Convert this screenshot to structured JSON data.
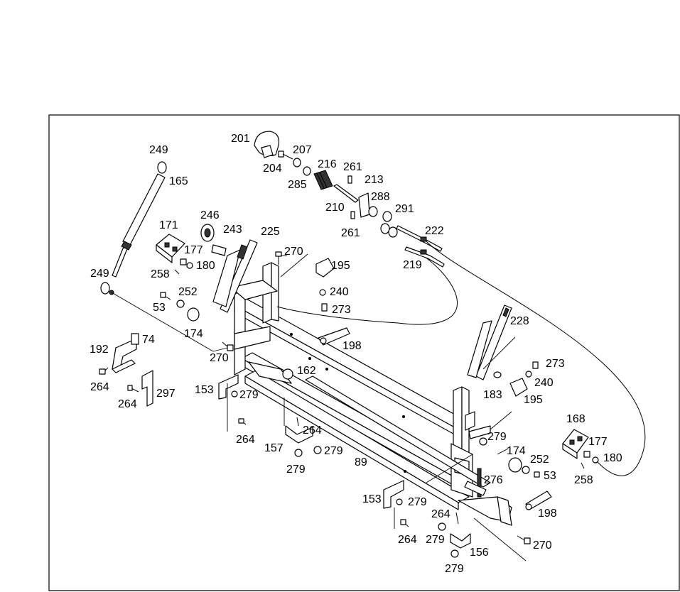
{
  "diagram": {
    "callouts": [
      {
        "id": "c201",
        "text": "201"
      },
      {
        "id": "c207",
        "text": "207"
      },
      {
        "id": "c204",
        "text": "204"
      },
      {
        "id": "c216",
        "text": "216"
      },
      {
        "id": "c261a",
        "text": "261"
      },
      {
        "id": "c285",
        "text": "285"
      },
      {
        "id": "c213",
        "text": "213"
      },
      {
        "id": "c288",
        "text": "288"
      },
      {
        "id": "c210",
        "text": "210"
      },
      {
        "id": "c291",
        "text": "291"
      },
      {
        "id": "c261b",
        "text": "261"
      },
      {
        "id": "c222",
        "text": "222"
      },
      {
        "id": "c219",
        "text": "219"
      },
      {
        "id": "c249a",
        "text": "249"
      },
      {
        "id": "c165",
        "text": "165"
      },
      {
        "id": "c246",
        "text": "246"
      },
      {
        "id": "c171",
        "text": "171"
      },
      {
        "id": "c243",
        "text": "243"
      },
      {
        "id": "c225",
        "text": "225"
      },
      {
        "id": "c177a",
        "text": "177"
      },
      {
        "id": "c270a",
        "text": "270"
      },
      {
        "id": "c258a",
        "text": "258"
      },
      {
        "id": "c180a",
        "text": "180"
      },
      {
        "id": "c195a",
        "text": "195"
      },
      {
        "id": "c249b",
        "text": "249"
      },
      {
        "id": "c240a",
        "text": "240"
      },
      {
        "id": "c252a",
        "text": "252"
      },
      {
        "id": "c53a",
        "text": "53"
      },
      {
        "id": "c273a",
        "text": "273"
      },
      {
        "id": "c174a",
        "text": "174"
      },
      {
        "id": "c74",
        "text": "74"
      },
      {
        "id": "c198a",
        "text": "198"
      },
      {
        "id": "c192",
        "text": "192"
      },
      {
        "id": "c270b",
        "text": "270"
      },
      {
        "id": "c228",
        "text": "228"
      },
      {
        "id": "c162",
        "text": "162"
      },
      {
        "id": "c273b",
        "text": "273"
      },
      {
        "id": "c264a",
        "text": "264"
      },
      {
        "id": "c240b",
        "text": "240"
      },
      {
        "id": "c153a",
        "text": "153"
      },
      {
        "id": "c279a",
        "text": "279"
      },
      {
        "id": "c297",
        "text": "297"
      },
      {
        "id": "c264b",
        "text": "264"
      },
      {
        "id": "c183",
        "text": "183"
      },
      {
        "id": "c195b",
        "text": "195"
      },
      {
        "id": "c168",
        "text": "168"
      },
      {
        "id": "c279b",
        "text": "279"
      },
      {
        "id": "c264c",
        "text": "264"
      },
      {
        "id": "c177b",
        "text": "177"
      },
      {
        "id": "c264d",
        "text": "264"
      },
      {
        "id": "c157",
        "text": "157"
      },
      {
        "id": "c174b",
        "text": "174"
      },
      {
        "id": "c252b",
        "text": "252"
      },
      {
        "id": "c180b",
        "text": "180"
      },
      {
        "id": "c279c",
        "text": "279"
      },
      {
        "id": "c89",
        "text": "89"
      },
      {
        "id": "c279d",
        "text": "279"
      },
      {
        "id": "c276",
        "text": "276"
      },
      {
        "id": "c53b",
        "text": "53"
      },
      {
        "id": "c258b",
        "text": "258"
      },
      {
        "id": "c153b",
        "text": "153"
      },
      {
        "id": "c279e",
        "text": "279"
      },
      {
        "id": "c198b",
        "text": "198"
      },
      {
        "id": "c264e",
        "text": "264"
      },
      {
        "id": "c264f",
        "text": "264"
      },
      {
        "id": "c279f",
        "text": "279"
      },
      {
        "id": "c270c",
        "text": "270"
      },
      {
        "id": "c156",
        "text": "156"
      },
      {
        "id": "c279g",
        "text": "279"
      }
    ]
  }
}
